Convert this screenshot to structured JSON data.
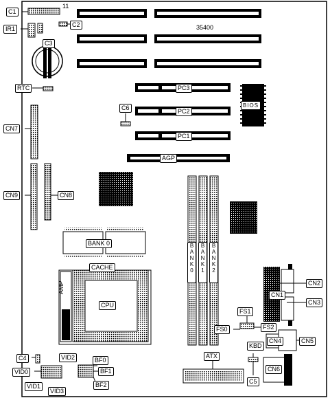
{
  "board_id": "35400",
  "pin_number": "11",
  "labels": {
    "c1": "C1",
    "ir1": "IR1",
    "c2": "C2",
    "c3": "C3",
    "rtc": "RTC",
    "cn7": "CN7",
    "cn9": "CN9",
    "cn8": "CN8",
    "c6": "C6",
    "pc3": "PC3",
    "pc2": "PC2",
    "pc1": "PC1",
    "agp": "AGP",
    "bios": "BIOS",
    "bank0_cache": "BANK 0",
    "cache": "CACHE",
    "amp": "AMP",
    "cpu": "CPU",
    "cn2": "CN2",
    "cn1": "CN1",
    "cn3": "CN3",
    "fs1": "FS1",
    "fs0": "FS0",
    "fs2": "FS2",
    "cn4": "CN4",
    "cn5": "CN5",
    "kbd": "KBD",
    "cn6": "CN6",
    "atx": "ATX",
    "c5": "C5",
    "c4": "C4",
    "vid0": "VID0",
    "vid1": "VID1",
    "vid2": "VID2",
    "vid3": "VID3",
    "bf0": "BF0",
    "bf1": "BF1",
    "bf2": "BF2"
  },
  "dimm_banks": [
    "BANK0",
    "BANK1",
    "BANK2"
  ]
}
